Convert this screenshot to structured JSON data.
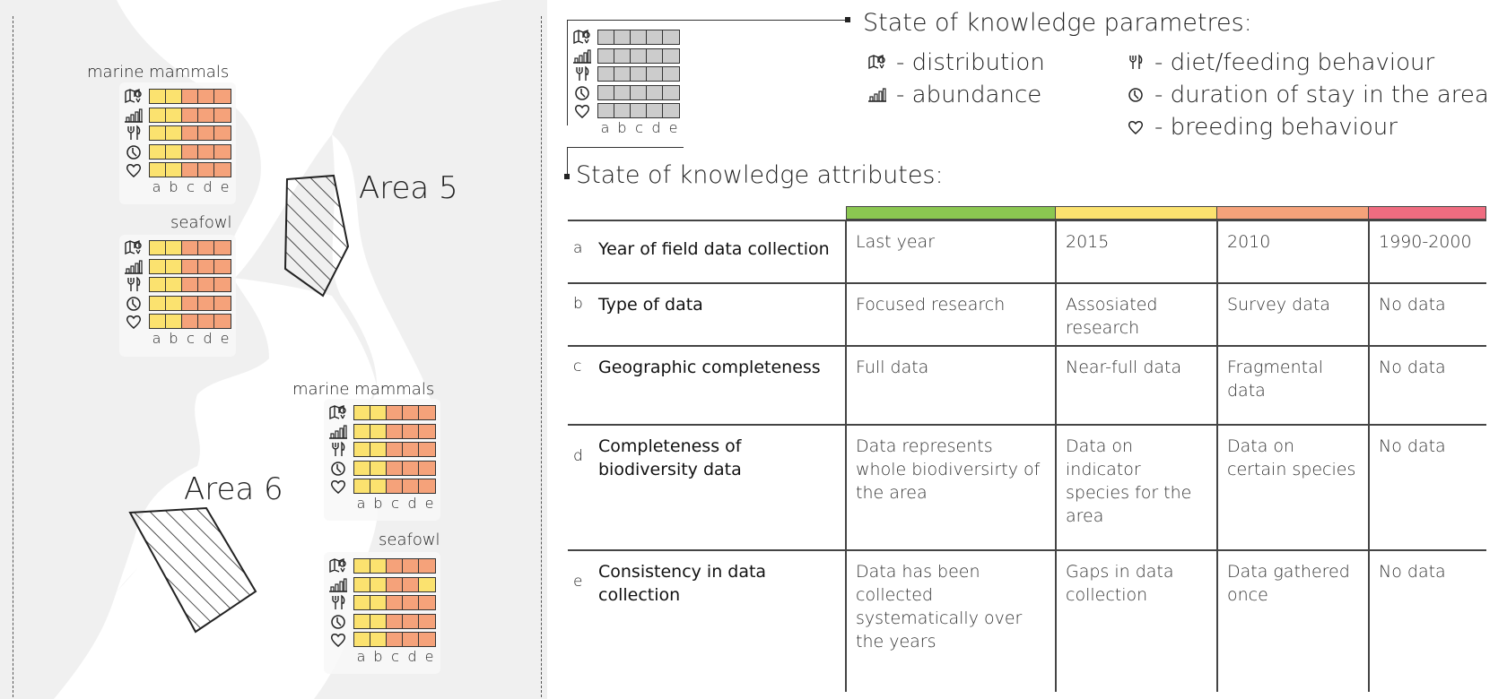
{
  "map": {
    "areas": [
      {
        "label": "Area 5"
      },
      {
        "label": "Area 6"
      }
    ],
    "panels": [
      {
        "title": "marine mammals",
        "area": "Area 5",
        "rows": [
          [
            "y",
            "y",
            "o",
            "o",
            "o"
          ],
          [
            "y",
            "y",
            "o",
            "o",
            "o"
          ],
          [
            "y",
            "y",
            "o",
            "o",
            "o"
          ],
          [
            "y",
            "y",
            "o",
            "o",
            "o"
          ],
          [
            "y",
            "y",
            "o",
            "o",
            "o"
          ]
        ]
      },
      {
        "title": "seafowl",
        "area": "Area 5",
        "rows": [
          [
            "y",
            "y",
            "o",
            "o",
            "o"
          ],
          [
            "y",
            "y",
            "o",
            "o",
            "o"
          ],
          [
            "y",
            "y",
            "o",
            "o",
            "o"
          ],
          [
            "y",
            "y",
            "o",
            "o",
            "o"
          ],
          [
            "y",
            "y",
            "o",
            "o",
            "o"
          ]
        ]
      },
      {
        "title": "marine mammals",
        "area": "Area 6",
        "rows": [
          [
            "y",
            "y",
            "o",
            "o",
            "o"
          ],
          [
            "y",
            "y",
            "o",
            "o",
            "o"
          ],
          [
            "y",
            "y",
            "o",
            "o",
            "o"
          ],
          [
            "y",
            "y",
            "o",
            "o",
            "o"
          ],
          [
            "y",
            "y",
            "o",
            "o",
            "o"
          ]
        ]
      },
      {
        "title": "seafowl",
        "area": "Area 6",
        "rows": [
          [
            "y",
            "y",
            "o",
            "o",
            "o"
          ],
          [
            "y",
            "y",
            "o",
            "o",
            "y"
          ],
          [
            "y",
            "y",
            "o",
            "o",
            "o"
          ],
          [
            "y",
            "y",
            "o",
            "o",
            "o"
          ],
          [
            "y",
            "y",
            "o",
            "o",
            "o"
          ]
        ]
      }
    ],
    "letters": [
      "a",
      "b",
      "c",
      "d",
      "e"
    ]
  },
  "colors": {
    "y": "#fbe26f",
    "o": "#f5a27a",
    "g": "#cccccc",
    "green": "#8bc751",
    "yellow": "#fbe26f",
    "orange": "#f5a27a",
    "red": "#ef6c80",
    "land": "#f0f0f0"
  },
  "legend": {
    "params_title": "State of knowledge parametres:",
    "params": [
      {
        "icon": "map-pin-icon",
        "label": "- distribution"
      },
      {
        "icon": "bar-chart-icon",
        "label": "- abundance"
      },
      {
        "icon": "fork-knife-icon",
        "label": "- diet/feeding behaviour"
      },
      {
        "icon": "clock-icon",
        "label": "- duration of stay in the area"
      },
      {
        "icon": "heart-icon",
        "label": "- breeding behaviour"
      }
    ],
    "example_letters": [
      "a",
      "b",
      "c",
      "d",
      "e"
    ],
    "attrs_title": "State of knowledge attributes:"
  },
  "attributes": {
    "levels": [
      "green",
      "yellow",
      "orange",
      "red"
    ],
    "rows": [
      {
        "letter": "a",
        "name": "Year of field data collection",
        "values": [
          "Last year",
          "2015",
          "2010",
          "1990-2000"
        ]
      },
      {
        "letter": "b",
        "name": "Type of data",
        "values": [
          "Focused research",
          "Assosiated research",
          "Survey data",
          "No data"
        ]
      },
      {
        "letter": "c",
        "name": "Geographic completeness",
        "values": [
          "Full data",
          "Near-full data",
          "Fragmental data",
          "No data"
        ]
      },
      {
        "letter": "d",
        "name": "Completeness of biodiversity data",
        "values": [
          "Data represents whole biodiversirty of the area",
          "Data on indicator species for the area",
          "Data on certain species",
          "No data"
        ]
      },
      {
        "letter": "e",
        "name": "Consistency in data collection",
        "values": [
          "Data has been collected systematically over the years",
          "Gaps in data collection",
          "Data gathered once",
          "No data"
        ]
      }
    ]
  }
}
